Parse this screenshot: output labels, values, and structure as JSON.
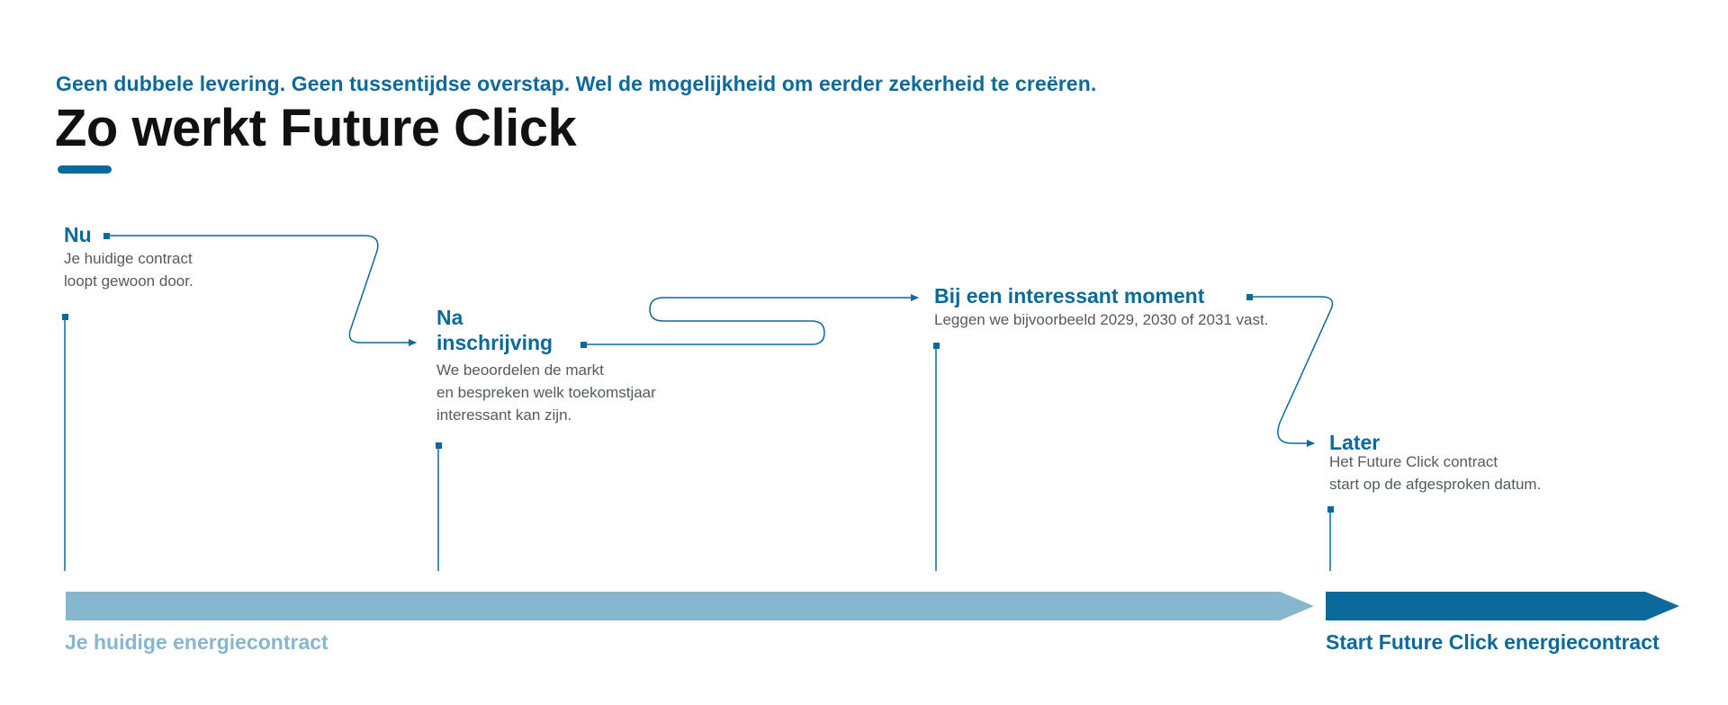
{
  "header": {
    "subtitle": "Geen dubbele levering. Geen tussentijdse overstap. Wel de mogelijkheid om eerder zekerheid te creëren.",
    "title": "Zo werkt Future Click"
  },
  "steps": [
    {
      "title": "Nu",
      "description": "Je huidige contract\nloopt gewoon door."
    },
    {
      "title": "Na\ninschrijving",
      "description": "We beoordelen de markt\nen bespreken welk toekomstjaar\ninteressant kan zijn."
    },
    {
      "title": "Bij een interessant moment",
      "description": "Leggen we bijvoorbeeld 2029, 2030 of 2031 vast."
    },
    {
      "title": "Later",
      "description": "Het Future Click contract\nstart op de afgesproken datum."
    }
  ],
  "bars": {
    "current_label": "Je huidige energiecontract",
    "future_label": "Start Future Click energiecontract"
  },
  "colors": {
    "accent": "#0b6a9a",
    "accent_light": "#87b6cf",
    "title": "#111111",
    "text": "#555a60"
  }
}
